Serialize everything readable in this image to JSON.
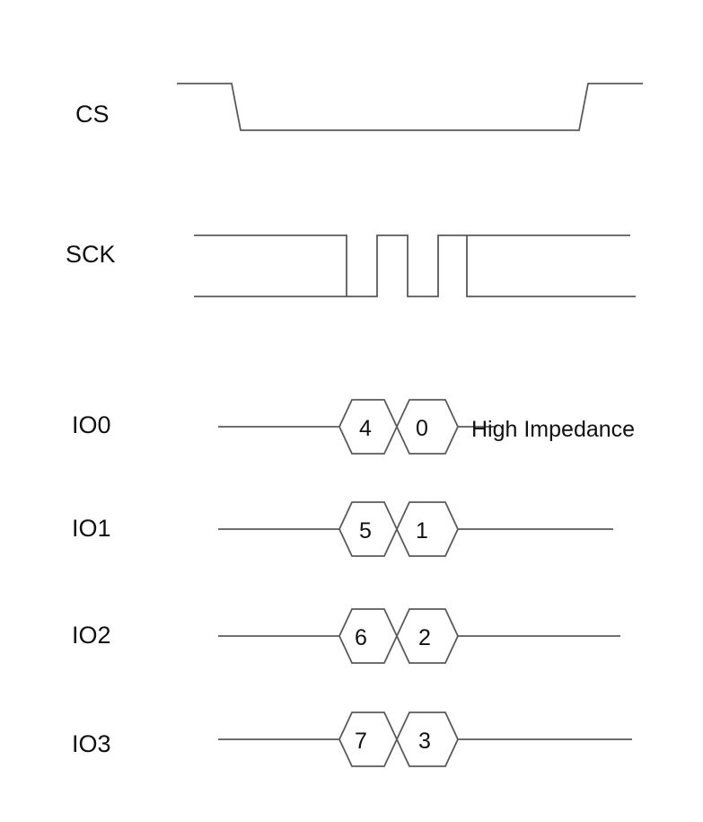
{
  "signals": [
    {
      "name": "CS"
    },
    {
      "name": "SCK"
    },
    {
      "name": "IO0",
      "bits": [
        "4",
        "0"
      ],
      "note": "High Impedance"
    },
    {
      "name": "IO1",
      "bits": [
        "5",
        "1"
      ]
    },
    {
      "name": "IO2",
      "bits": [
        "6",
        "2"
      ]
    },
    {
      "name": "IO3",
      "bits": [
        "7",
        "3"
      ]
    }
  ],
  "colors": {
    "stroke": "#5a5a5a",
    "text": "#111111",
    "background": "#ffffff"
  }
}
